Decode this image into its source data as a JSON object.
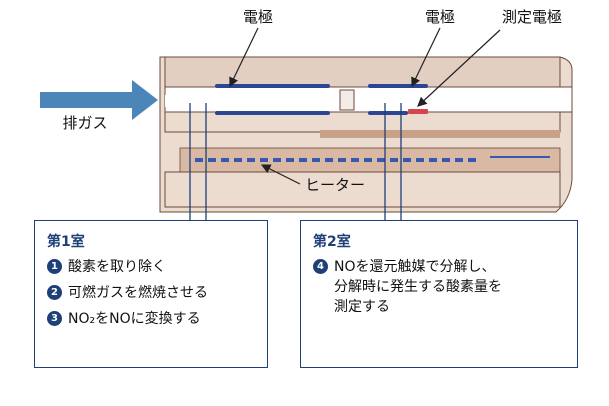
{
  "labels": {
    "electrode_left": "電極",
    "electrode_right": "電極",
    "measuring_electrode": "測定電極",
    "exhaust_gas": "排ガス",
    "heater": "ヒーター"
  },
  "chamber1": {
    "title": "第1室",
    "items": [
      {
        "num": "1",
        "text": "酸素を取り除く"
      },
      {
        "num": "2",
        "text": "可燃ガスを燃焼させる"
      },
      {
        "num": "3",
        "text": "NO₂をNOに変換する"
      }
    ]
  },
  "chamber2": {
    "title": "第2室",
    "items": [
      {
        "num": "4",
        "text": "NOを還元触媒で分解し、\n分解時に発生する酸素量を\n測定する"
      }
    ]
  },
  "colors": {
    "tan_light": "#ecdcd0",
    "tan_mid": "#d9b9a3",
    "tan_dark": "#c9a189",
    "outline": "#6a4a3a",
    "electrode_blue": "#2c4595",
    "arrow_blue": "#4a86b8",
    "measuring_red": "#d6454b",
    "box_border": "#1f3f78"
  }
}
